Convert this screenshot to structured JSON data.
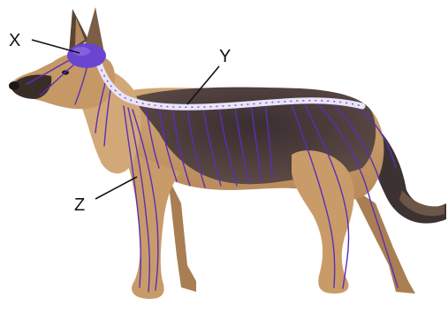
{
  "labels": {
    "x": "X",
    "y": "Y",
    "z": "Z"
  },
  "colors": {
    "nerve": "#5a2fb5",
    "brain": "#6a45d0",
    "spine": "#e9e4f7",
    "coat_tan": "#c9a070",
    "coat_dark": "#3b3030",
    "background": "#ffffff"
  }
}
